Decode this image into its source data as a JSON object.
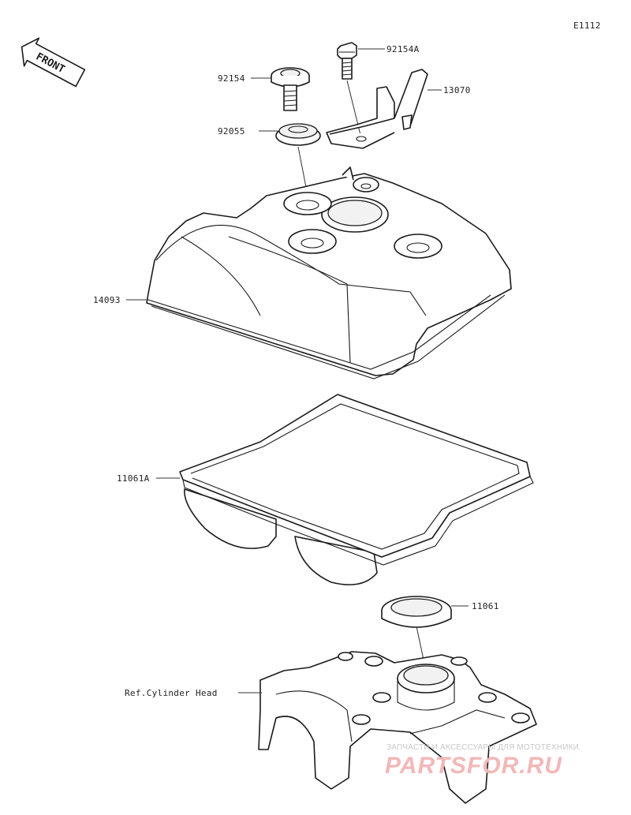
{
  "diagram_code": "E1112",
  "front_label": "FRONT",
  "parts": {
    "p92154A": "92154A",
    "p92154": "92154",
    "p13070": "13070",
    "p92055": "92055",
    "p14093": "14093",
    "p11061A": "11061A",
    "p11061": "11061",
    "ref_cylinder_head": "Ref.Cylinder Head"
  },
  "watermark": {
    "tagline": "ЗАПЧАСТИ И АКСЕССУАРЫ ДЛЯ МОТОТЕХНИКИ",
    "brand": "PARTSFOR.RU"
  }
}
